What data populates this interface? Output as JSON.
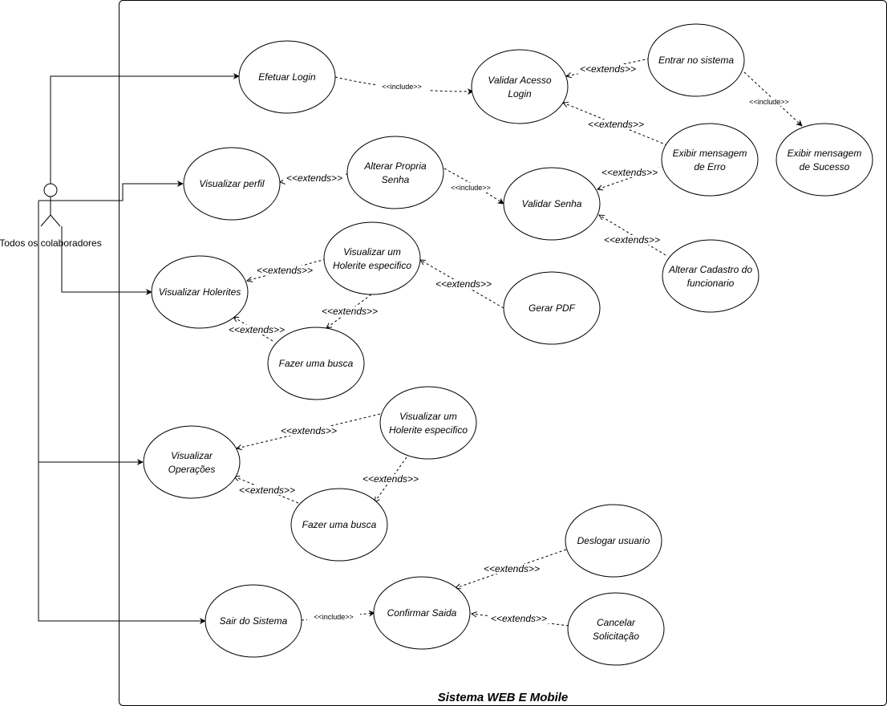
{
  "system": {
    "title": "Sistema WEB E Mobile"
  },
  "actor": {
    "label": "Todos os colaboradores"
  },
  "use_cases": {
    "efetuar_login": [
      "Efetuar Login"
    ],
    "validar_acesso": [
      "Validar Acesso",
      "Login"
    ],
    "entrar_sistema": [
      "Entrar no sistema"
    ],
    "sucesso": [
      "Exibir mensagem",
      "de Sucesso"
    ],
    "erro": [
      "Exibir mensagem",
      "de Erro"
    ],
    "visualizar_perfil": [
      "Visualizar perfil"
    ],
    "alterar_senha": [
      "Alterar Propria",
      "Senha"
    ],
    "validar_senha": [
      "Validar Senha"
    ],
    "alterar_cadastro": [
      "Alterar Cadastro do",
      "funcionario"
    ],
    "visualizar_holerites": [
      "Visualizar Holerites"
    ],
    "holerite_especifico_1": [
      "Visualizar um",
      "Holerite especifico"
    ],
    "gerar_pdf": [
      "Gerar PDF"
    ],
    "busca_1": [
      "Fazer uma busca"
    ],
    "visualizar_operacoes": [
      "Visualizar",
      "Operações"
    ],
    "holerite_especifico_2": [
      "Visualizar um",
      "Holerite especifico"
    ],
    "busca_2": [
      "Fazer uma busca"
    ],
    "sair_sistema": [
      "Sair do Sistema"
    ],
    "confirmar_saida": [
      "Confirmar Saida"
    ],
    "deslogar": [
      "Deslogar usuario"
    ],
    "cancelar": [
      "Cancelar",
      "Solicitação"
    ]
  },
  "stereotypes": {
    "include": "<<include>>",
    "extends": "<<extends>>"
  },
  "relations": [
    {
      "id": "rel-login-include",
      "type": "include"
    },
    {
      "id": "rel-entrar-extends",
      "type": "extends"
    },
    {
      "id": "rel-entrar-sucesso-include",
      "type": "include"
    },
    {
      "id": "rel-erro-validar-acesso-extends",
      "type": "extends"
    },
    {
      "id": "rel-erro-validar-senha-extends",
      "type": "extends"
    },
    {
      "id": "rel-alterar-senha-perfil-extends",
      "type": "extends"
    },
    {
      "id": "rel-alterar-senha-include",
      "type": "include"
    },
    {
      "id": "rel-alterar-cadastro-extends",
      "type": "extends"
    },
    {
      "id": "rel-holerite1-holerites-extends",
      "type": "extends"
    },
    {
      "id": "rel-pdf-holerite1-extends",
      "type": "extends"
    },
    {
      "id": "rel-busca1-holerite1-extends",
      "type": "extends"
    },
    {
      "id": "rel-busca1-holerites-extends",
      "type": "extends"
    },
    {
      "id": "rel-holerite2-operacoes-extends",
      "type": "extends"
    },
    {
      "id": "rel-busca2-holerite2-extends",
      "type": "extends"
    },
    {
      "id": "rel-busca2-operacoes-extends",
      "type": "extends"
    },
    {
      "id": "rel-sair-include",
      "type": "include"
    },
    {
      "id": "rel-deslogar-extends",
      "type": "extends"
    },
    {
      "id": "rel-cancelar-extends",
      "type": "extends"
    }
  ]
}
